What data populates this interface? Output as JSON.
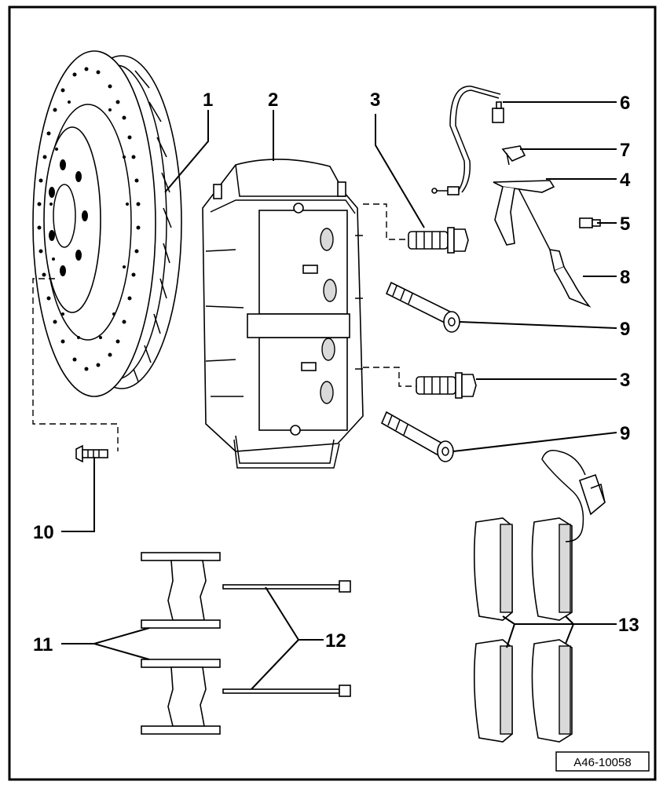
{
  "diagram": {
    "reference_code": "A46-10058",
    "callouts": [
      {
        "id": "c1",
        "label": "1"
      },
      {
        "id": "c2",
        "label": "2"
      },
      {
        "id": "c3a",
        "label": "3"
      },
      {
        "id": "c3b",
        "label": "3"
      },
      {
        "id": "c4",
        "label": "4"
      },
      {
        "id": "c5",
        "label": "5"
      },
      {
        "id": "c6",
        "label": "6"
      },
      {
        "id": "c7",
        "label": "7"
      },
      {
        "id": "c8",
        "label": "8"
      },
      {
        "id": "c9a",
        "label": "9"
      },
      {
        "id": "c9b",
        "label": "9"
      },
      {
        "id": "c10",
        "label": "10"
      },
      {
        "id": "c11",
        "label": "11"
      },
      {
        "id": "c12",
        "label": "12"
      },
      {
        "id": "c13",
        "label": "13"
      }
    ]
  }
}
